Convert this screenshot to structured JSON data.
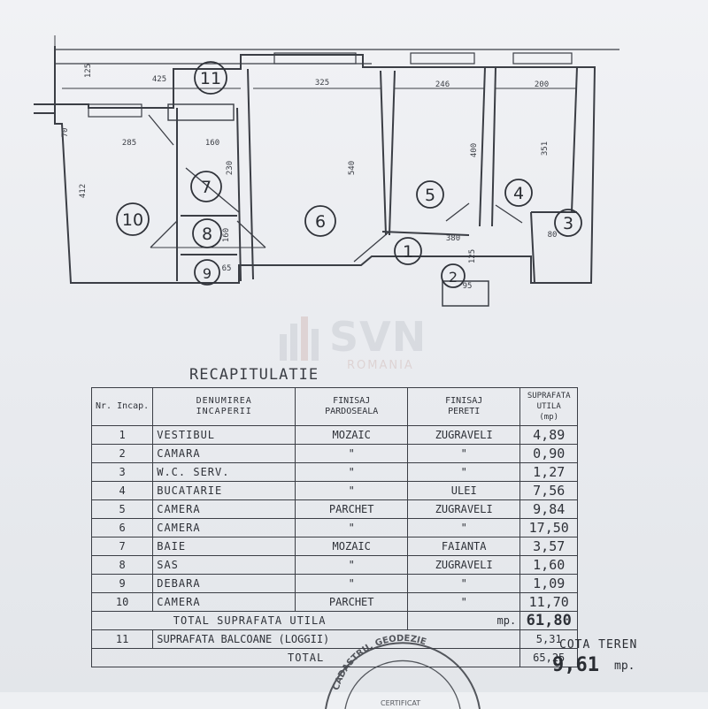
{
  "plan": {
    "room_numbers": [
      "1",
      "2",
      "3",
      "4",
      "5",
      "6",
      "7",
      "8",
      "9",
      "10",
      "11"
    ],
    "dimensions": [
      "125",
      "425",
      "325",
      "246",
      "200",
      "285",
      "160",
      "412",
      "230",
      "540",
      "400",
      "351",
      "380",
      "160",
      "65",
      "125",
      "95",
      "70",
      "80"
    ]
  },
  "watermark": {
    "brand": "SVN",
    "sub": "ROMANIA"
  },
  "recap": {
    "title": "RECAPITULATIE",
    "headers": {
      "nr": "Nr. Incap.",
      "name_1": "DENUMIREA",
      "name_2": "INCAPERII",
      "floor_1": "FINISAJ",
      "floor_2": "PARDOSEALA",
      "wall_1": "FINISAJ",
      "wall_2": "PERETI",
      "area_1": "SUPRAFATA",
      "area_2": "UTILA",
      "area_3": "(mp)"
    },
    "rows": [
      {
        "nr": "1",
        "name": "VESTIBUL",
        "floor": "MOZAIC",
        "wall": "ZUGRAVELI",
        "area": "4,89"
      },
      {
        "nr": "2",
        "name": "CAMARA",
        "floor": "\"",
        "wall": "\"",
        "area": "0,90"
      },
      {
        "nr": "3",
        "name": "W.C. SERV.",
        "floor": "\"",
        "wall": "\"",
        "area": "1,27"
      },
      {
        "nr": "4",
        "name": "BUCATARIE",
        "floor": "\"",
        "wall": "ULEI",
        "area": "7,56"
      },
      {
        "nr": "5",
        "name": "CAMERA",
        "floor": "PARCHET",
        "wall": "ZUGRAVELI",
        "area": "9,84"
      },
      {
        "nr": "6",
        "name": "CAMERA",
        "floor": "\"",
        "wall": "\"",
        "area": "17,50"
      },
      {
        "nr": "7",
        "name": "BAIE",
        "floor": "MOZAIC",
        "wall": "FAIANTA",
        "area": "3,57"
      },
      {
        "nr": "8",
        "name": "SAS",
        "floor": "\"",
        "wall": "ZUGRAVELI",
        "area": "1,60"
      },
      {
        "nr": "9",
        "name": "DEBARA",
        "floor": "\"",
        "wall": "\"",
        "area": "1,09"
      },
      {
        "nr": "10",
        "name": "CAMERA",
        "floor": "PARCHET",
        "wall": "\"",
        "area": "11,70"
      }
    ],
    "total_label": "TOTAL SUPRAFATA UTILA",
    "total_unit": "mp.",
    "total_value": "61,80",
    "balcony_nr": "11",
    "balcony_label": "SUPRAFATA BALCOANE (LOGGII)",
    "balcony_value": "5,31",
    "grand_label": "TOTAL",
    "grand_value": "65,25"
  },
  "cota": {
    "label": "COTA TEREN",
    "value": "9,61",
    "unit": "mp."
  },
  "stamp": {
    "text_1": "CADASTRU, GEODEZIE",
    "text_2": "CERTIFICAT"
  }
}
